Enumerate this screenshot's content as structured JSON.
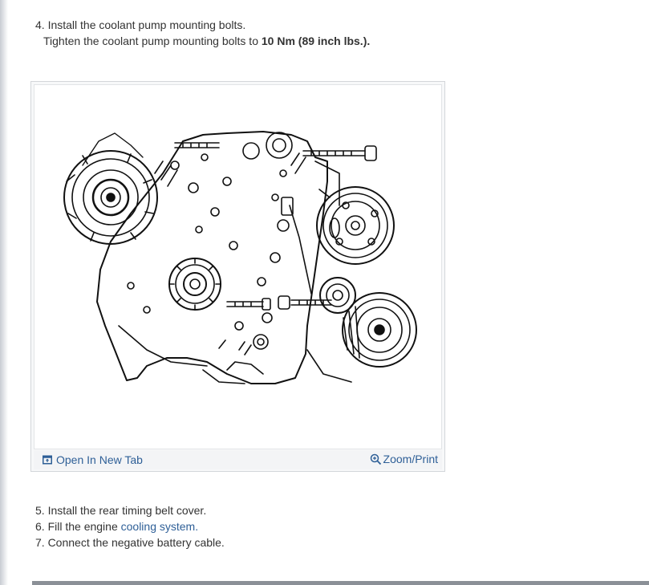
{
  "steps": {
    "step4": {
      "text": "4. Install the coolant pump mounting bolts.",
      "sub_prefix": "Tighten the coolant pump mounting bolts to ",
      "sub_bold": "10 Nm (89 inch lbs.)."
    },
    "step5": {
      "text": "5. Install the rear timing belt cover."
    },
    "step6": {
      "prefix": "6. Fill the engine ",
      "link": "cooling system."
    },
    "step7": {
      "text": "7. Connect the negative battery cable."
    }
  },
  "figure": {
    "open_tab_label": "Open In New Tab",
    "zoom_label": "Zoom/Print",
    "icons": {
      "open_tab": "open-new-tab-icon",
      "zoom": "magnifier-zoom-icon"
    }
  },
  "colors": {
    "link": "#2e5f97",
    "text": "#333333",
    "border": "#d3d6da"
  }
}
